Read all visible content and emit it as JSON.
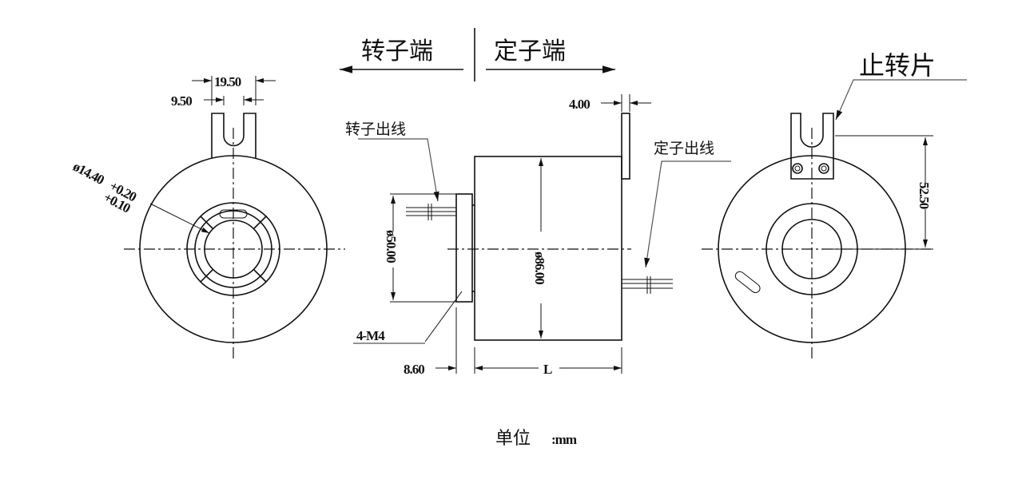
{
  "header": {
    "rotor_end": "转子端",
    "stator_end": "定子端"
  },
  "labels": {
    "stop_tab": "止转片",
    "rotor_wires": "转子出线",
    "stator_wires": "定子出线",
    "unit_label": "单位",
    "unit_value": ":mm"
  },
  "dimensions": {
    "slot_outer": "19.50",
    "slot_inner": "9.50",
    "bore_dia": "ø14.40",
    "bore_tol_upper": "+0.20",
    "bore_tol_lower": "+0.10",
    "tab_thickness": "4.00",
    "flange_dia": "ø50.00",
    "body_dia": "ø86.00",
    "holes": "4-M4",
    "flange_thickness": "8.60",
    "length": "L",
    "tab_height": "52.50"
  }
}
